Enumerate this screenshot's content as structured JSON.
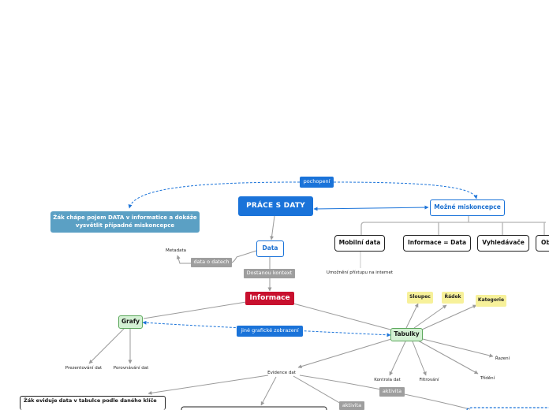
{
  "colors": {
    "accent_blue": "#1a73d9",
    "red": "#c8102e",
    "green": "#d4f1d4",
    "yellow": "#f7f19a",
    "teal": "#5ba0c4",
    "grey": "#9e9e9e"
  },
  "root": {
    "label": "PRÁCE S DATY"
  },
  "misconceptions": {
    "label": "Možné miskoncepce",
    "items": [
      "Mobilní data",
      "Informace = Data",
      "Vyhledávače",
      "Ob"
    ]
  },
  "mobile_note": "Umožnění přístupu na internet",
  "understanding_link": "pochopení",
  "goal_understanding": "Žák chápe pojem DATA v informatice a dokáže vysvětlit případné miskoncepce",
  "data_node": {
    "label": "Data",
    "metadata": "Metadata",
    "about_data": "data o datech"
  },
  "context_link": "Dostanou kontext",
  "information": "Informace",
  "graphs": {
    "label": "Grafy",
    "children": [
      "Prezentování dat",
      "Porovnávání dat"
    ]
  },
  "other_display_link": "jiné grafické zobrazení",
  "tables": {
    "label": "Tabulky",
    "parts": [
      "Sloupec",
      "Řádek",
      "Kategorie"
    ],
    "actions": [
      "Řazení",
      "Třídění",
      "Filtrování",
      "Kontrola dat"
    ]
  },
  "evidence": "Evidence dat",
  "activity_labels": [
    "aktivita",
    "aktivita"
  ],
  "goal_records": "Žák eviduje data v tabulce podle daného klíče"
}
